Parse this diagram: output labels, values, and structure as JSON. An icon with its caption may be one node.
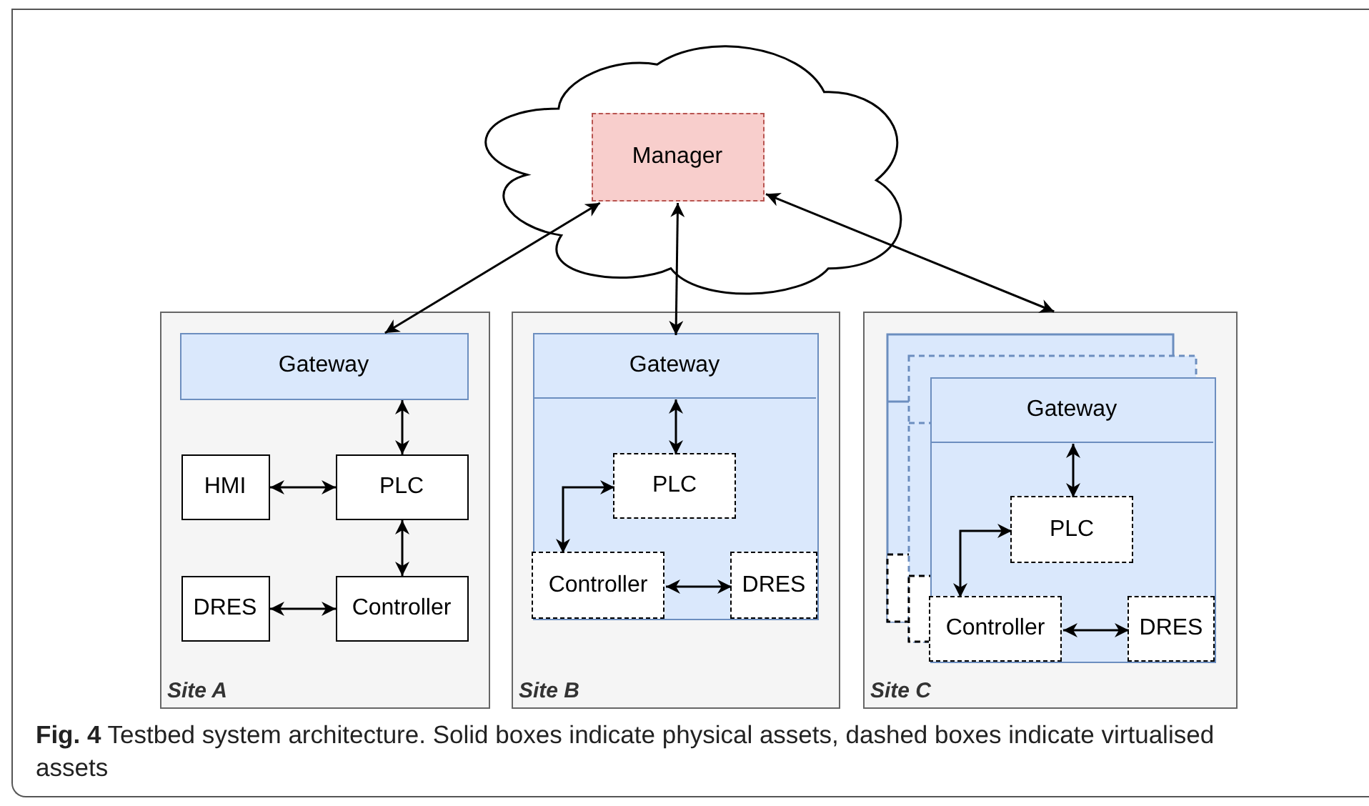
{
  "diagram": {
    "caption": "**Fig. 4** Testbed system architecture. Solid boxes indicate physical assets, dashed boxes indicate virtualised assets",
    "nodes": [
      {
        "text": [],
        "shape": "cloud"
      },
      {
        "text": [
          "Manager"
        ],
        "in": 0
      },
      {
        "text": [
          "Site A"
        ]
      },
      {
        "text": [
          "Gateway"
        ],
        "in": 2
      },
      {
        "text": [
          "HMI"
        ],
        "in": 2
      },
      {
        "text": [
          "PLC"
        ],
        "in": 2
      },
      {
        "text": [
          "DRES"
        ],
        "in": 2
      },
      {
        "text": [
          "Controller"
        ],
        "in": 2
      },
      {
        "text": [
          "Site B"
        ]
      },
      {
        "text": [],
        "shape": "box",
        "in": 8
      },
      {
        "text": [
          "Gateway"
        ],
        "in": 9
      },
      {
        "text": [
          "PLC"
        ],
        "in": 9
      },
      {
        "text": [
          "Controller"
        ],
        "in": 9
      },
      {
        "text": [
          "DRES"
        ],
        "in": 9
      },
      {
        "text": [
          "Site C"
        ]
      },
      {
        "text": [],
        "shape": "box",
        "in": 14
      },
      {
        "text": [
          "Gateway"
        ],
        "in": 15
      },
      {
        "text": [
          "PLC"
        ],
        "in": 15
      },
      {
        "text": [
          "Controller"
        ],
        "in": 15
      },
      {
        "text": [
          "DRES"
        ],
        "in": 15
      }
    ],
    "edges": [
      {
        "from": 1,
        "to": 3,
        "arrow": "both"
      },
      {
        "from": 1,
        "to": 10,
        "arrow": "both"
      },
      {
        "from": 1,
        "to": 14,
        "arrow": "both"
      },
      {
        "from": 3,
        "to": 5,
        "arrow": "both"
      },
      {
        "from": 4,
        "to": 5,
        "arrow": "both"
      },
      {
        "from": 5,
        "to": 7,
        "arrow": "both"
      },
      {
        "from": 6,
        "to": 7,
        "arrow": "both"
      },
      {
        "from": 10,
        "to": 11,
        "arrow": "both"
      },
      {
        "from": 11,
        "to": 12,
        "arrow": "both"
      },
      {
        "from": 12,
        "to": 13,
        "arrow": "both"
      },
      {
        "from": 16,
        "to": 17,
        "arrow": "both"
      },
      {
        "from": 17,
        "to": 18,
        "arrow": "both"
      },
      {
        "from": 18,
        "to": 19,
        "arrow": "both"
      }
    ]
  }
}
